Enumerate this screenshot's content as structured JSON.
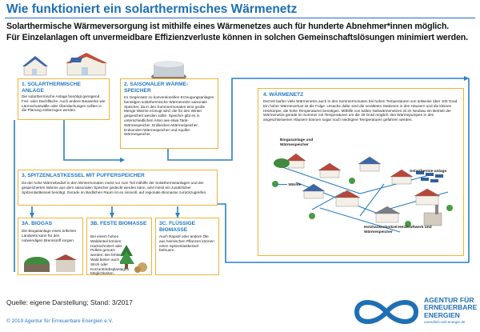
{
  "header": {
    "title": "Wie funktioniert ein solarthermisches Wärmenetz",
    "subtitle_line1": "Solarthermische Wärmeversorgung ist mithilfe eines Wärmenetzes auch für hunderte Abnehmer*innen möglich.",
    "subtitle_line2": "Für Einzelanlagen oft unvermeidbare Effizienzverluste können in solchen Gemeinschaftslösungen minimiert werden."
  },
  "colors": {
    "accent": "#1f6fb4",
    "frame": "#f0b33a",
    "pipe": "#2a7fc1"
  },
  "steps": {
    "s1": {
      "heading": "1. SOLARTHERMISCHE ANLAGE",
      "text": "Die solarthermische Anlage benötigt genügend Frei- oder Dachfläche. Auch andere Bauwerke wie Lärmschutzwälle oder Überdachungen sollten in die Planung einbezogen werden."
    },
    "s2": {
      "heading": "2. SAISONALER WÄRME-SPEICHER",
      "text": "Im Gegensatz zu konventionellen Erzeugungsanlagen benötigen solarthermische Wärmenetze saisonale Speicher, da in den Sommermonaten eine große Menge Wärme erzeugt wird, die für den Winter gespeichert werden sollte. Speicher gibt es in unterschiedlichen Arten wie etwa Tank-Wärmespeicher, Erdbecken-Wärmespeicher, Erdsonden-Wärmespeicher und Aquifer-Wärmespeicher."
    },
    "s3": {
      "heading": "3. SPITZENLASTKESSEL MIT PUFFERSPEICHER",
      "text": "Da der hohe Wärmebedarf in den Wintermonaten meist nur zum Teil mithilfe der Solarthermieanlagen und der gespeicherten Wärme aus dem saisonalen Speicher gedeckt werden kann, wird meist ein zusätzlicher Spitzenlastkessel benötigt. Gerade im ländlichen Raum ist es sinnvoll, auf regionale Biomasse zurückzugreifen."
    },
    "s3a": {
      "heading": "3A. BIOGAS",
      "text": "Die Biogasanlage eines örtlichen Landwirts kann für den notwendigen Brennstoff sorgen."
    },
    "s3b": {
      "heading": "3B. FESTE BIOMASSE",
      "text": "Bei einem hohen Waldanteil können Hackschnitzel oder Pellets genutzt werden. Bei fehlendem Wald bieten auch Stroh oder Kurzumtriebsplantagen Möglichkeiten."
    },
    "s3c": {
      "heading": "3C. FLÜSSIGE BIOMASSE",
      "text": "Auch Rapsöl oder andere Öle aus heimischen Pflanzen können einen Spitzenlastkessel befeuern."
    },
    "s4": {
      "heading": "4. WÄRMENETZ",
      "text": "Derzeit laufen viele Wärmenetze auch in den Sommermonaten bei hohen Temperaturen von teilweise über 100 Grad. Ein hoher Wärmeverlust ist die Folge. Ursache dafür sind die veralteten Stationen in den Häusern und die kleinen Heizkörper, die hohe Temperaturen benötigen. Mithilfe von kalten Nahwärmenetzen ist im Neubau ein Betrieb der Wärmenetze gerade im Sommer mit Temperaturen um die 30 Grad möglich. Bei Wärmepumpen in den angeschlossenen Häusern können sogar noch niedrigere Temperaturen gefahren werden."
    }
  },
  "illustration_labels": {
    "biogas": "Biogasanlage und Wärmespeicher",
    "waerme": "Wärme",
    "solar": "Solarthermie-anlage",
    "holz": "Holzhackschnitzel-Heizkraftwerk und Wärmespeicher"
  },
  "footer": {
    "source": "Quelle: eigene Darstellung; Stand: 3/2017",
    "copyright": "© 2019 Agentur für Erneuerbare Energien e.V.",
    "logo_line1": "AGENTUR FÜR",
    "logo_line2": "ERNEUERBARE",
    "logo_line3": "ENERGIEN",
    "logo_url": "unendlich-viel-energie.de"
  }
}
